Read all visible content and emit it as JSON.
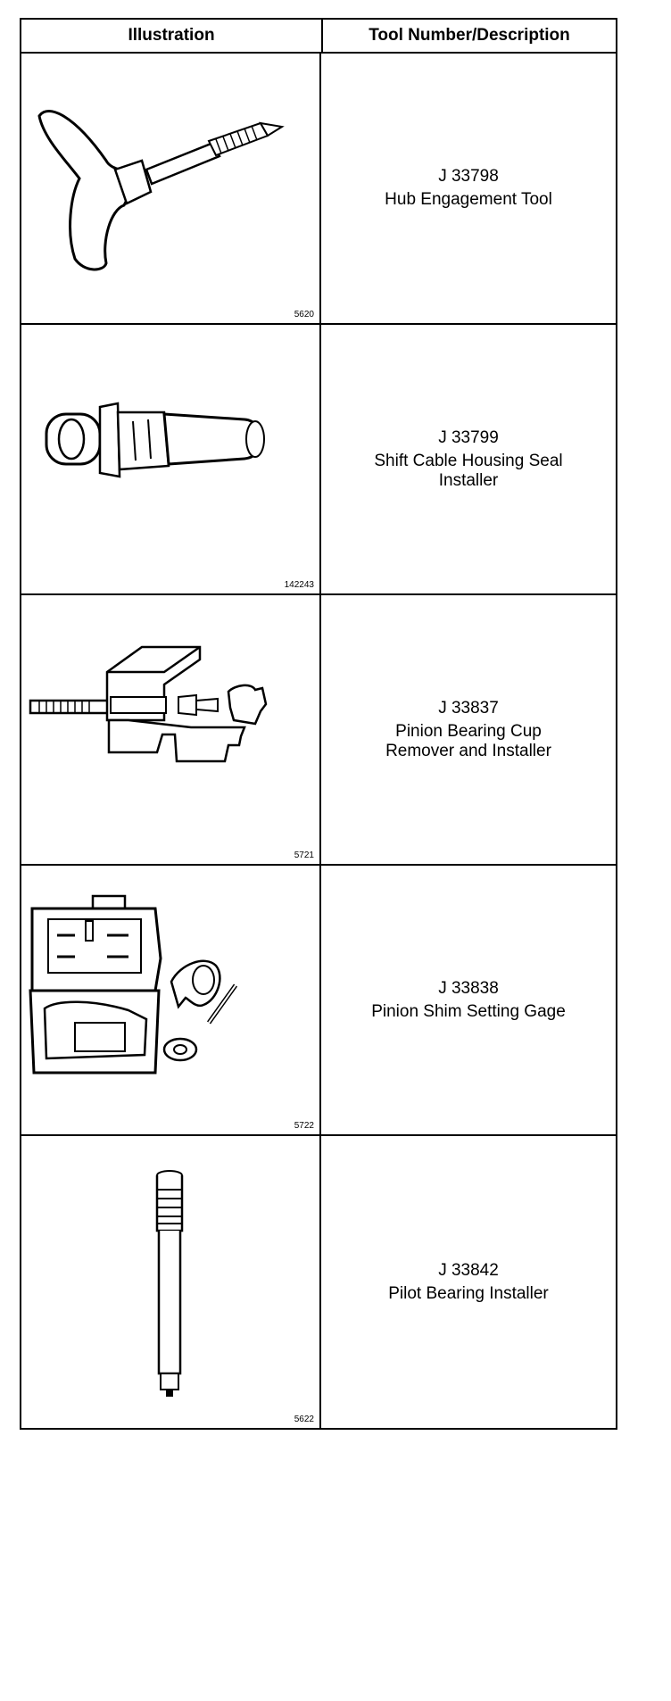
{
  "table": {
    "headers": [
      "Illustration",
      "Tool Number/Description"
    ],
    "rows": [
      {
        "tool_number": "J 33798",
        "description": [
          "Hub Engagement Tool"
        ],
        "figure_number": "5620",
        "icon": "t-handle-screw-tool-icon"
      },
      {
        "tool_number": "J 33799",
        "description": [
          "Shift Cable Housing Seal",
          "Installer"
        ],
        "figure_number": "142243",
        "icon": "seal-installer-icon"
      },
      {
        "tool_number": "J 33837",
        "description": [
          "Pinion Bearing Cup",
          "Remover and Installer"
        ],
        "figure_number": "5721",
        "icon": "bearing-cup-remover-icon"
      },
      {
        "tool_number": "J 33838",
        "description": [
          "Pinion Shim Setting Gage"
        ],
        "figure_number": "5722",
        "icon": "gage-kit-case-icon"
      },
      {
        "tool_number": "J 33842",
        "description": [
          "Pilot Bearing Installer"
        ],
        "figure_number": "5622",
        "icon": "pilot-installer-icon"
      }
    ]
  }
}
